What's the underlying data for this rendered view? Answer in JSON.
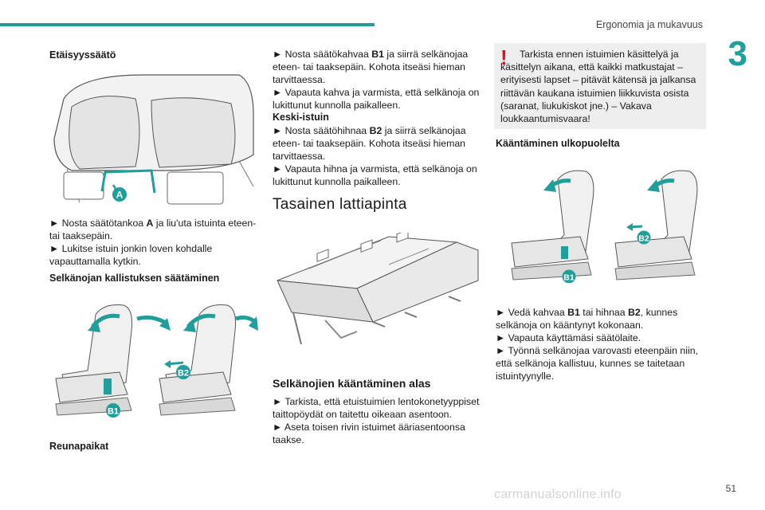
{
  "header": {
    "title": "Ergonomia ja mukavuus",
    "chapter": "3",
    "page": "51"
  },
  "watermark": "carmanualsonline.info",
  "col1": {
    "h1": "Etäisyyssäätö",
    "label_a": "A",
    "p1_a": "► Nosta säätötankoa ",
    "p1_b": "A",
    "p1_c": " ja liu'uta istuinta eteen- tai taaksepäin.",
    "p2": "► Lukitse istuin jonkin loven kohdalle vapauttamalla kytkin.",
    "h2": "Selkänojan kallistuksen säätäminen",
    "label_b1": "B1",
    "label_b2": "B2",
    "caption": "Reunapaikat"
  },
  "col2": {
    "p1_a": "► Nosta säätökahvaa ",
    "p1_b": "B1",
    "p1_c": " ja siirrä selkänojaa eteen- tai taaksepäin. Kohota itseäsi hieman tarvittaessa.",
    "p2": "► Vapauta kahva ja varmista, että selkänoja on lukittunut kunnolla paikalleen.",
    "h_center": "Keski-istuin",
    "p3_a": "► Nosta säätöhihnaa ",
    "p3_b": "B2",
    "p3_c": " ja siirrä selkänojaa eteen- tai taaksepäin. Kohota itseäsi hieman tarvittaessa.",
    "p4": "► Vapauta hihna ja varmista, että selkänoja on lukittunut kunnolla paikalleen.",
    "h_flat": "Tasainen lattiapinta",
    "h_fold": "Selkänojien kääntäminen alas",
    "p5": "► Tarkista, että etuistuimien lentokonetyyppiset taittopöydät on taitettu oikeaan asentoon.",
    "p6": "► Aseta toisen rivin istuimet ääriasentoonsa taakse."
  },
  "col3": {
    "warning_mark": "!",
    "warning": "Tarkista ennen istuimien käsittelyä ja käsittelyn aikana, että kaikki matkustajat – erityisesti lapset – pitävät kätensä ja jalkansa riittävän kaukana istuimien liikkuvista osista (saranat, liukukiskot jne.) – Vakava loukkaantumisvaara!",
    "h_out": "Kääntäminen ulkopuolelta",
    "p1_a": "► Vedä kahvaa ",
    "p1_b": "B1",
    "p1_c": " tai hihnaa ",
    "p1_d": "B2",
    "p1_e": ", kunnes selkänoja on kääntynyt kokonaan.",
    "p2": "► Vapauta käyttämäsi säätölaite.",
    "p3": "► Työnnä selkänojaa varovasti eteenpäin niin, että selkänoja kallistuu, kunnes se taitetaan istuintyynylle."
  },
  "colors": {
    "accent": "#1f9e9a",
    "warning": "#e0102b",
    "panel": "#eeeeee"
  }
}
